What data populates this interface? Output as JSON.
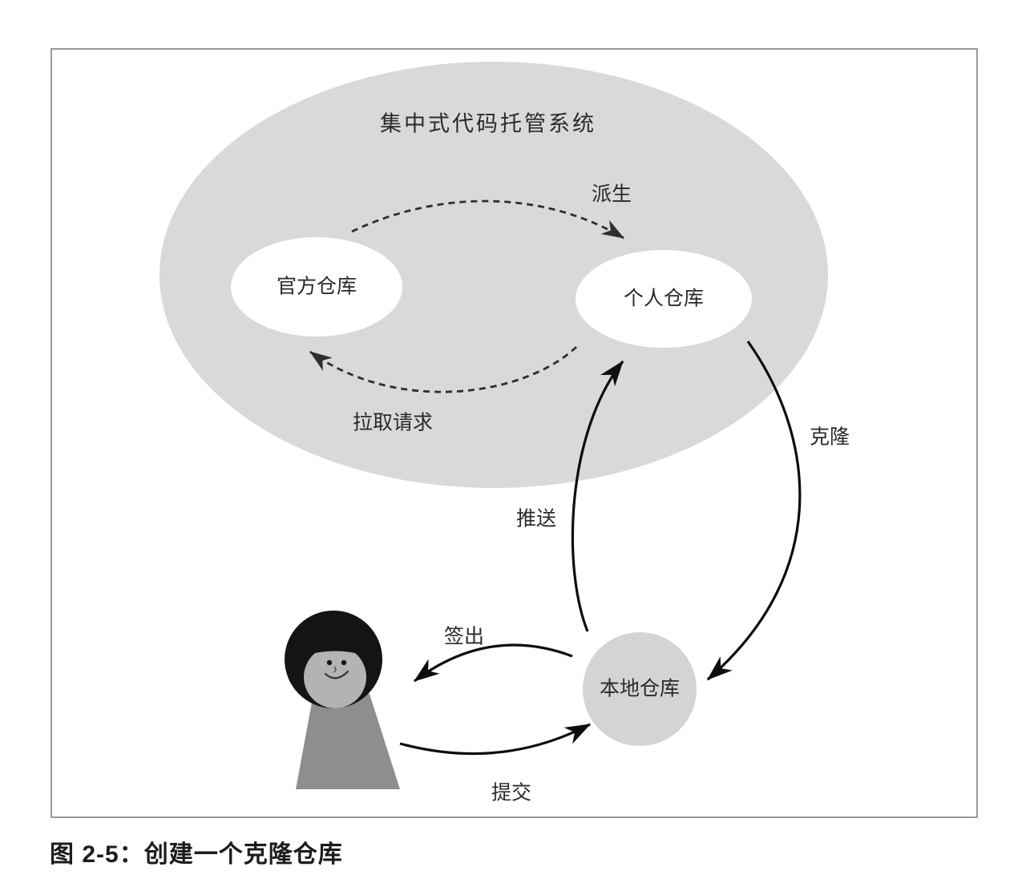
{
  "figure": {
    "caption": "图 2-5：创建一个克隆仓库"
  },
  "diagram": {
    "cloud_label": "集中式代码托管系统",
    "nodes": {
      "official_repo": "官方仓库",
      "personal_repo": "个人仓库",
      "local_repo": "本地仓库"
    },
    "edges": {
      "fork": "派生",
      "pull_request": "拉取请求",
      "clone": "克隆",
      "push": "推送",
      "checkout": "签出",
      "commit": "提交"
    },
    "colors": {
      "cloud_fill": "#d9d9d9",
      "node_fill": "#ffffff",
      "local_fill": "#d4d4d4",
      "arrow": "#0d0d0d",
      "dashed_arrow": "#2e2e2e",
      "text": "#2a2a2a",
      "frame_border": "#999999",
      "person_hair": "#141414",
      "person_face": "#b3b3b3",
      "person_body": "#8e8e8e"
    }
  }
}
